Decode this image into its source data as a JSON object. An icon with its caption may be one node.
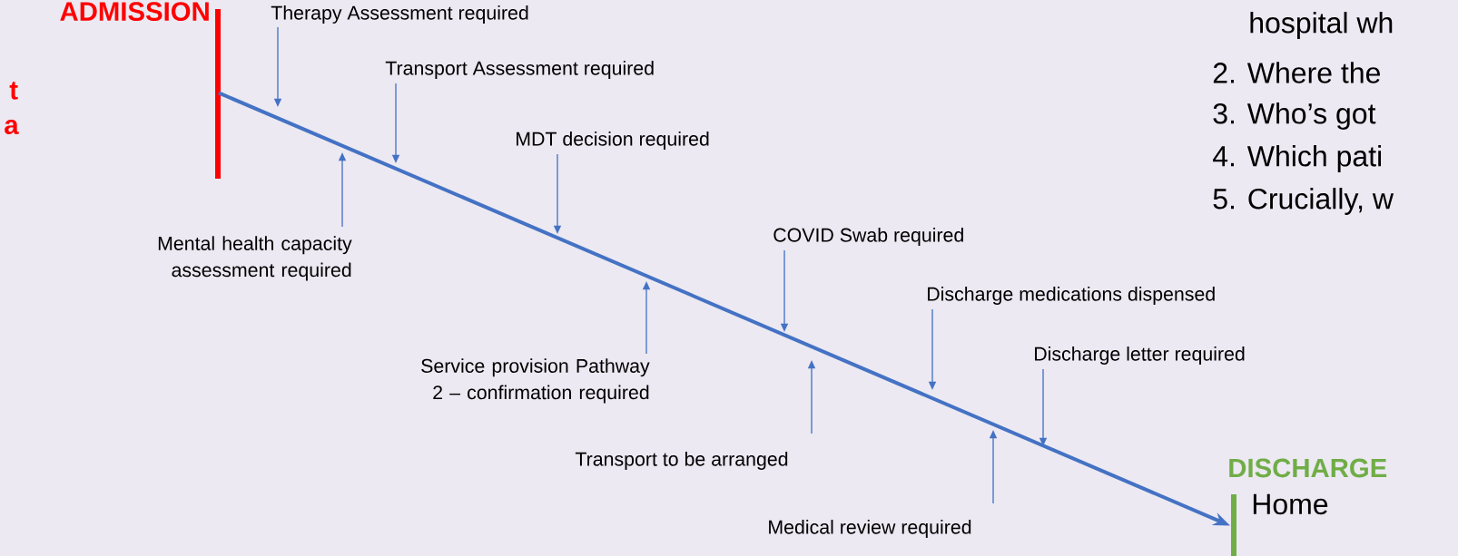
{
  "diagram": {
    "nodes": [
      {
        "text": [
          "ADMISSION"
        ]
      },
      {
        "text": [
          "DISCHARGE",
          "Home"
        ]
      },
      {
        "text": [
          "Therapy Assessment required"
        ]
      },
      {
        "text": [
          "Transport Assessment required"
        ]
      },
      {
        "text": [
          "MDT decision required"
        ]
      },
      {
        "text": [
          "Mental health capacity assessment required"
        ]
      },
      {
        "text": [
          "COVID Swab required"
        ]
      },
      {
        "text": [
          "Discharge medications dispensed"
        ]
      },
      {
        "text": [
          "Service provision Pathway 2 – confirmation required"
        ]
      },
      {
        "text": [
          "Discharge letter required"
        ]
      },
      {
        "text": [
          "Transport to be arranged"
        ]
      },
      {
        "text": [
          "Medical review required"
        ]
      }
    ],
    "edges": [
      {
        "from": 0,
        "to": 1,
        "arrow": "to",
        "style": "thick"
      },
      {
        "from": 2,
        "to": null,
        "arrow": "to"
      },
      {
        "from": 3,
        "to": null,
        "arrow": "to"
      },
      {
        "from": 4,
        "to": null,
        "arrow": "to"
      },
      {
        "from": 5,
        "to": null,
        "arrow": "to"
      },
      {
        "from": 6,
        "to": null,
        "arrow": "to"
      },
      {
        "from": 7,
        "to": null,
        "arrow": "to"
      },
      {
        "from": 8,
        "to": null,
        "arrow": "to"
      },
      {
        "from": 9,
        "to": null,
        "arrow": "to"
      },
      {
        "from": 10,
        "to": null,
        "arrow": "to"
      },
      {
        "from": 11,
        "to": null,
        "arrow": "to"
      }
    ],
    "labels": [
      "t",
      "a",
      "hospital wh",
      "2. Where the",
      "3. Who’s got",
      "4. Which pati",
      "5. Crucially, w"
    ]
  }
}
